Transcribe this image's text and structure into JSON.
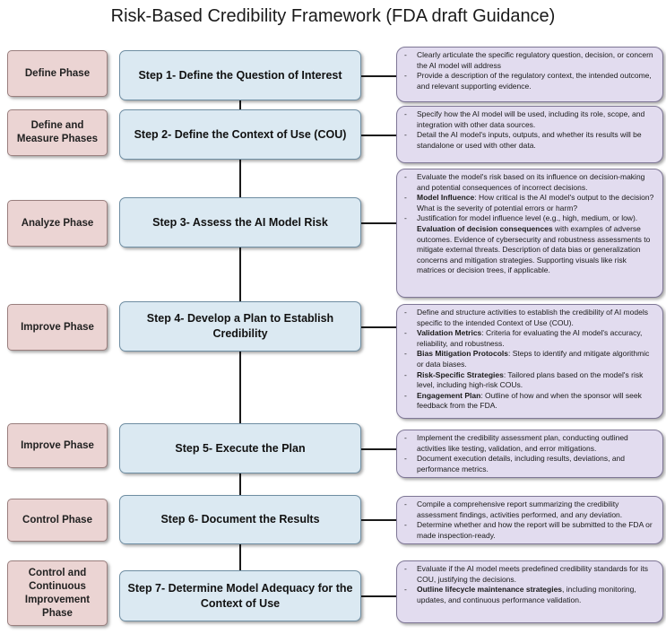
{
  "title": "Risk-Based Credibility Framework (FDA draft Guidance)",
  "rows": [
    {
      "phase": "Define Phase",
      "step": "Step 1- Define the Question of Interest",
      "items": [
        {
          "mark": "-",
          "bold": "",
          "text": "Clearly articulate the specific regulatory question, decision, or concern the AI model will address"
        },
        {
          "mark": "-",
          "bold": "",
          "text": "Provide a description of the regulatory context, the intended outcome, and relevant supporting evidence."
        }
      ]
    },
    {
      "phase": "Define and Measure Phases",
      "step": "Step 2- Define the Context of Use (COU)",
      "items": [
        {
          "mark": "-",
          "bold": "",
          "text": "Specify how the AI model will be used, including its role, scope, and integration with other data sources."
        },
        {
          "mark": "-",
          "bold": "",
          "text": "Detail the AI model's inputs, outputs, and whether its results will be standalone or used with other data."
        }
      ]
    },
    {
      "phase": "Analyze Phase",
      "step": "Step 3- Assess the AI Model Risk",
      "items": [
        {
          "mark": "-",
          "bold": "",
          "text": "Evaluate the model's risk based on its influence on decision-making and potential consequences of incorrect decisions."
        },
        {
          "mark": "-",
          "bold": "Model Influence",
          "text": ": How critical is the AI model's output to the decision? What is the severity of potential errors or harm?"
        },
        {
          "mark": "-",
          "bold": "",
          "text": "Justification for model influence level (e.g., high, medium, or low)."
        },
        {
          "mark": "",
          "bold": "Evaluation of decision consequences",
          "text": " with examples of adverse outcomes. Evidence of cybersecurity and robustness assessments to mitigate external threats. Description of data bias or generalization concerns and mitigation strategies. Supporting visuals like risk matrices or decision trees, if applicable."
        }
      ]
    },
    {
      "phase": "Improve Phase",
      "step": "Step 4- Develop a Plan to Establish Credibility",
      "items": [
        {
          "mark": "-",
          "bold": "",
          "text": "Define and structure activities to establish the credibility of AI models specific to the intended Context of Use (COU)."
        },
        {
          "mark": "-",
          "bold": "Validation Metrics",
          "text": ": Criteria for evaluating the AI model's accuracy, reliability, and robustness."
        },
        {
          "mark": "-",
          "bold": "Bias Mitigation Protocols",
          "text": ": Steps to identify and mitigate algorithmic or data biases."
        },
        {
          "mark": "-",
          "bold": "Risk-Specific Strategies",
          "text": ": Tailored plans based on the model's risk level, including high-risk COUs."
        },
        {
          "mark": "-",
          "bold": "Engagement Plan",
          "text": ": Outline of how and when the sponsor will seek feedback from the FDA."
        }
      ]
    },
    {
      "phase": "Improve Phase",
      "step": "Step 5- Execute the Plan",
      "items": [
        {
          "mark": "-",
          "bold": "",
          "text": "Implement the credibility assessment plan, conducting outlined activities like testing, validation, and error mitigations."
        },
        {
          "mark": "-",
          "bold": "",
          "text": "Document execution details, including results, deviations, and performance metrics."
        }
      ]
    },
    {
      "phase": "Control Phase",
      "step": "Step 6- Document the Results",
      "items": [
        {
          "mark": "-",
          "bold": "",
          "text": "Compile a comprehensive report summarizing the credibility assessment findings, activities performed, and any deviation."
        },
        {
          "mark": "-",
          "bold": "",
          "text": "Determine whether and how the report will be submitted to the FDA or made inspection-ready."
        }
      ]
    },
    {
      "phase": "Control and Continuous Improvement Phase",
      "step": "Step 7- Determine Model Adequacy for the Context of Use",
      "items": [
        {
          "mark": "-",
          "bold": "",
          "text": "Evaluate if the AI model meets predefined credibility standards for its COU, justifying the decisions."
        },
        {
          "mark": "-",
          "bold": "Outline lifecycle maintenance strategies",
          "text": ", including monitoring, updates, and continuous performance validation."
        }
      ]
    }
  ]
}
